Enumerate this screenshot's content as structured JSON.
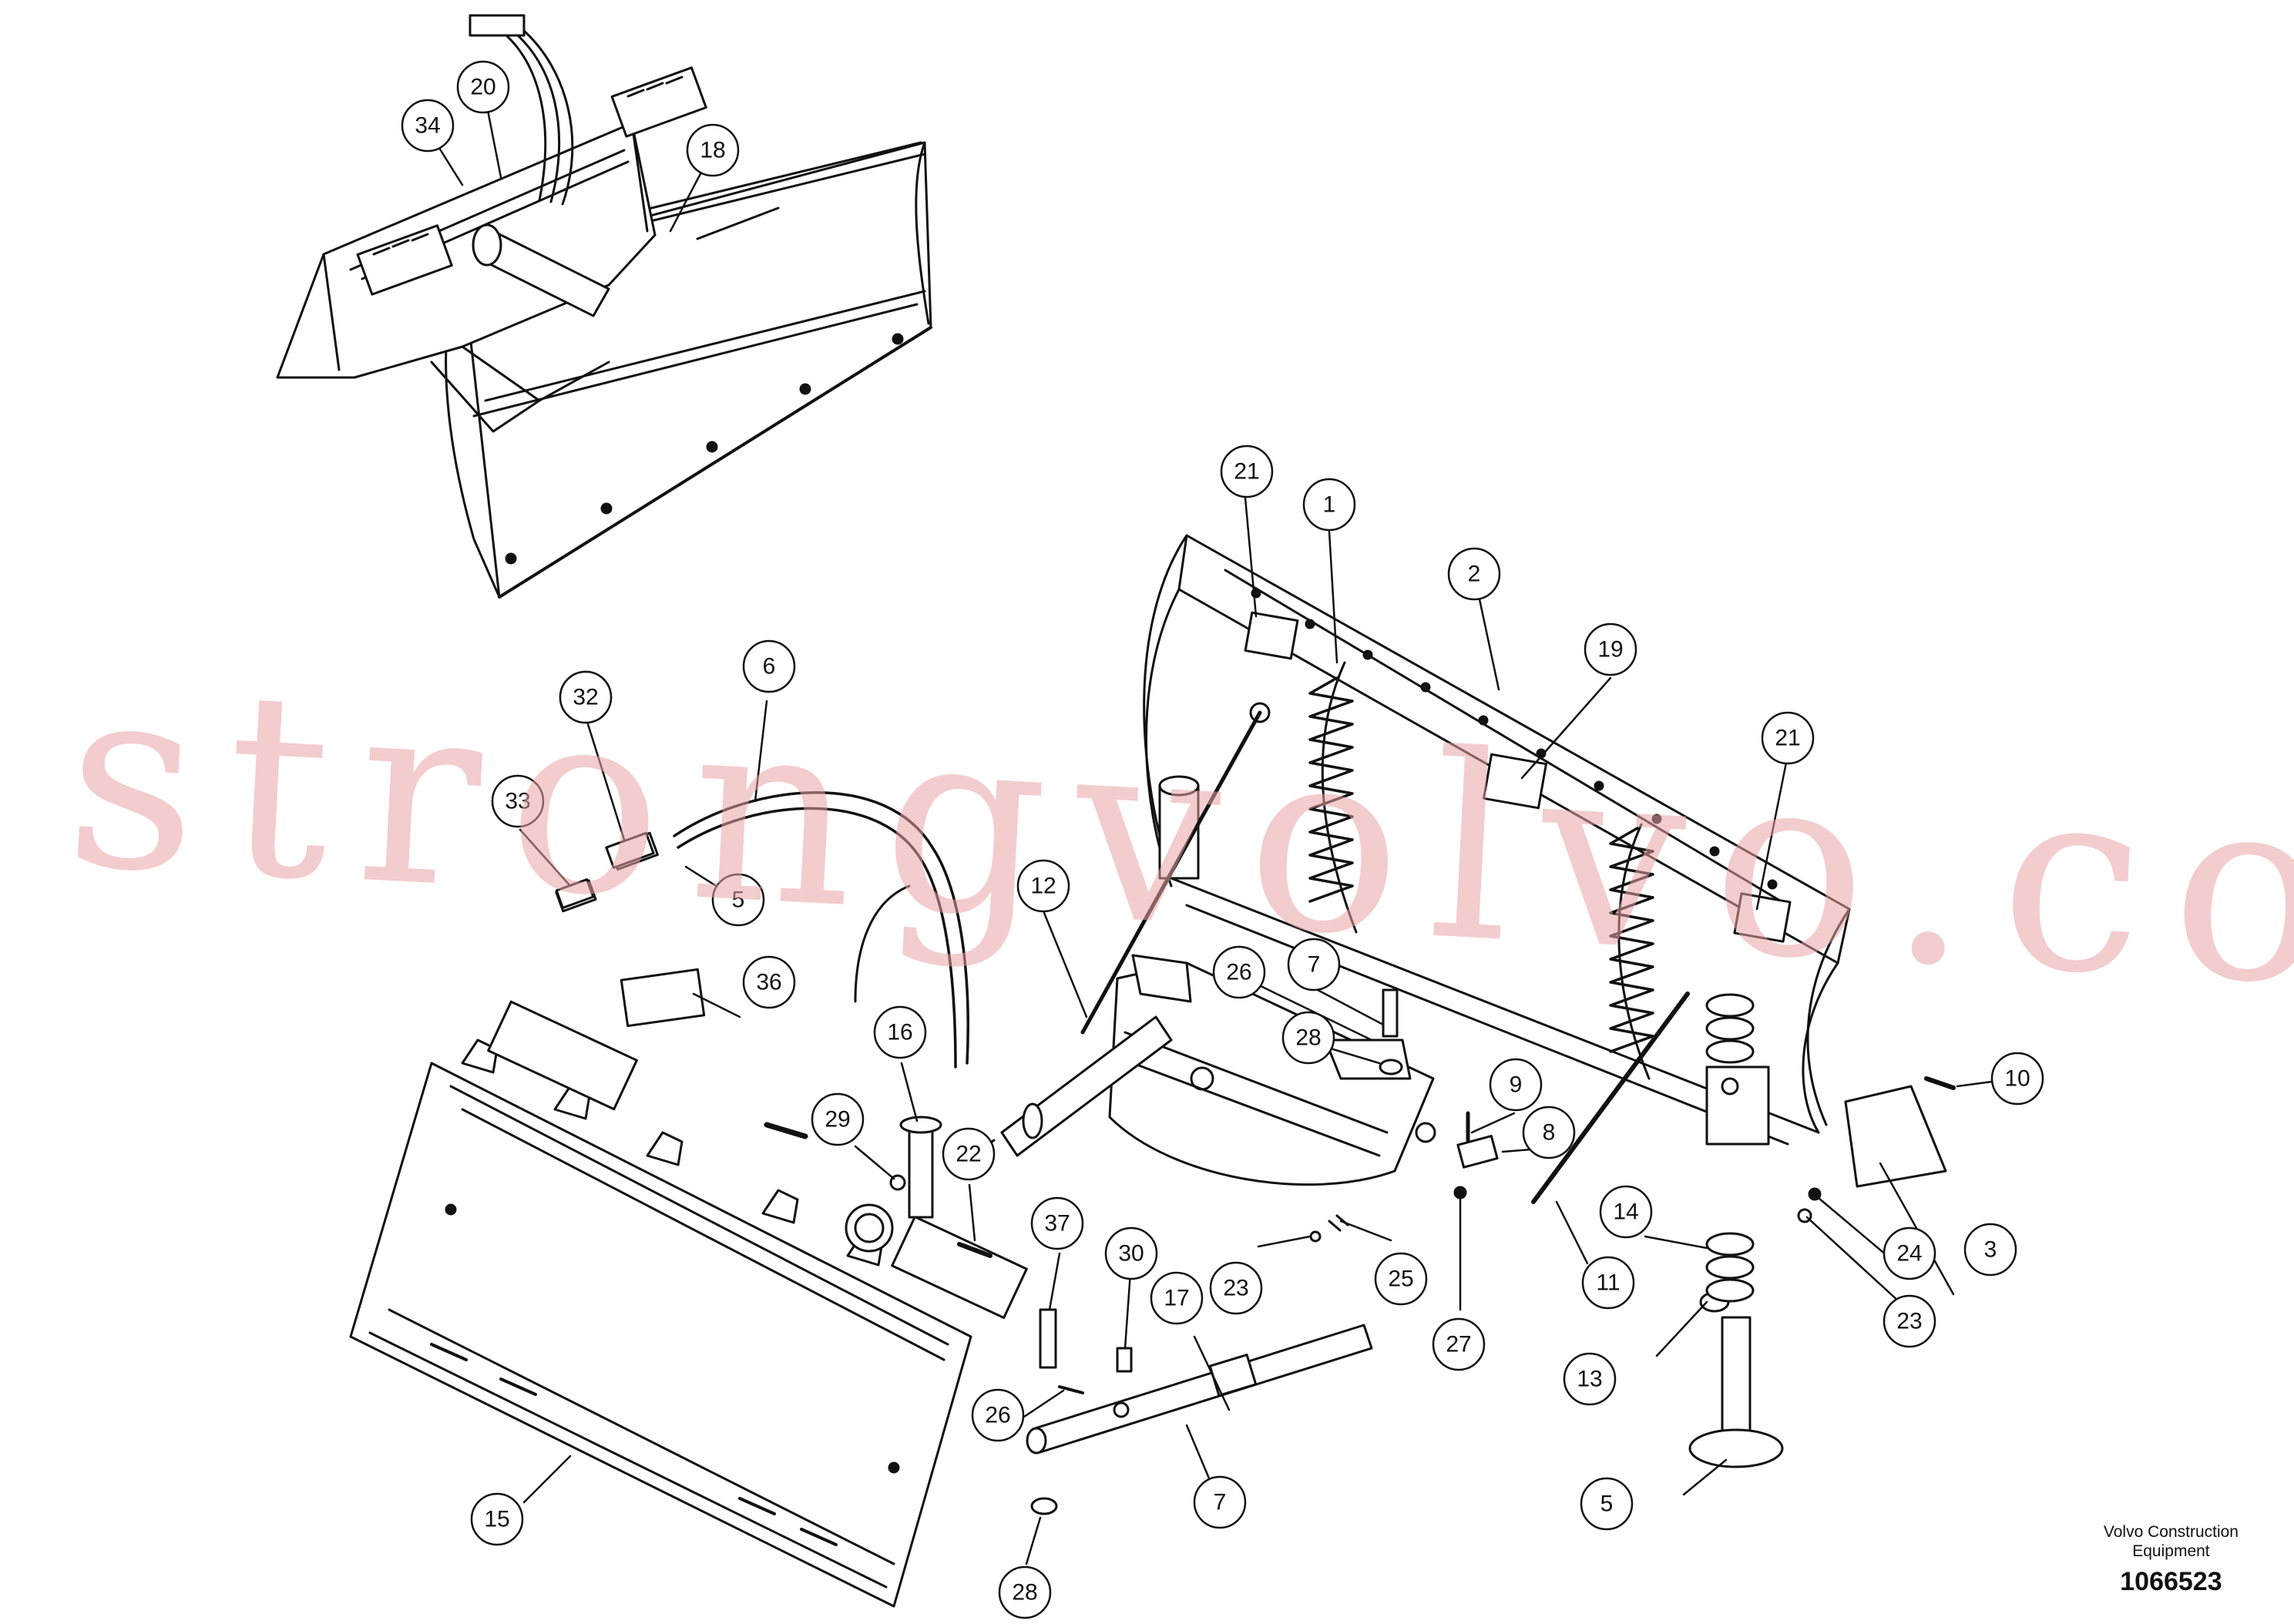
{
  "watermark": "strongvolvo.com",
  "credit": {
    "line1": "Volvo Construction",
    "line2": "Equipment",
    "doc_number": "1066523"
  },
  "callouts": [
    "1",
    "2",
    "3",
    "5",
    "5",
    "6",
    "7",
    "7",
    "8",
    "9",
    "10",
    "11",
    "12",
    "13",
    "14",
    "15",
    "16",
    "17",
    "18",
    "19",
    "20",
    "21",
    "21",
    "22",
    "23",
    "23",
    "24",
    "25",
    "26",
    "26",
    "27",
    "28",
    "28",
    "29",
    "30",
    "32",
    "33",
    "34",
    "36",
    "37"
  ],
  "colors": {
    "line": "#111111",
    "watermark": "#e9a3a6"
  }
}
